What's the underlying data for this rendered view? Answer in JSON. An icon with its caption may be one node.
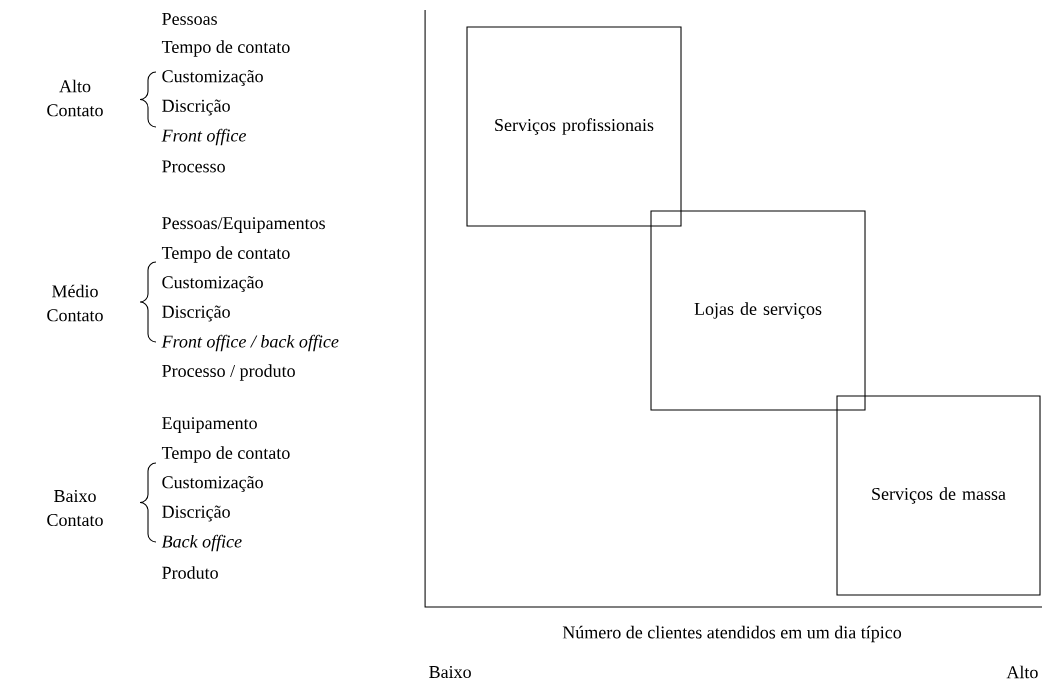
{
  "diagram": {
    "nodes": [
      {
        "text": [
          "Serviços profissionais"
        ]
      },
      {
        "text": [
          "Lojas de serviços"
        ]
      },
      {
        "text": [
          "Serviços de massa"
        ]
      }
    ],
    "labels": [
      "Alto Contato",
      "Pessoas",
      "Tempo de contato",
      "Customização",
      "Discrição",
      "Front office",
      "Processo",
      "Médio Contato",
      "Pessoas/Equipamentos",
      "Tempo de contato",
      "Customização",
      "Discrição",
      "Front office / back office",
      "Processo / produto",
      "Baixo Contato",
      "Equipamento",
      "Tempo de contato",
      "Customização",
      "Discrição",
      "Back office",
      "Produto",
      "Número de clientes atendidos em um dia típico",
      "Baixo",
      "Alto"
    ]
  }
}
